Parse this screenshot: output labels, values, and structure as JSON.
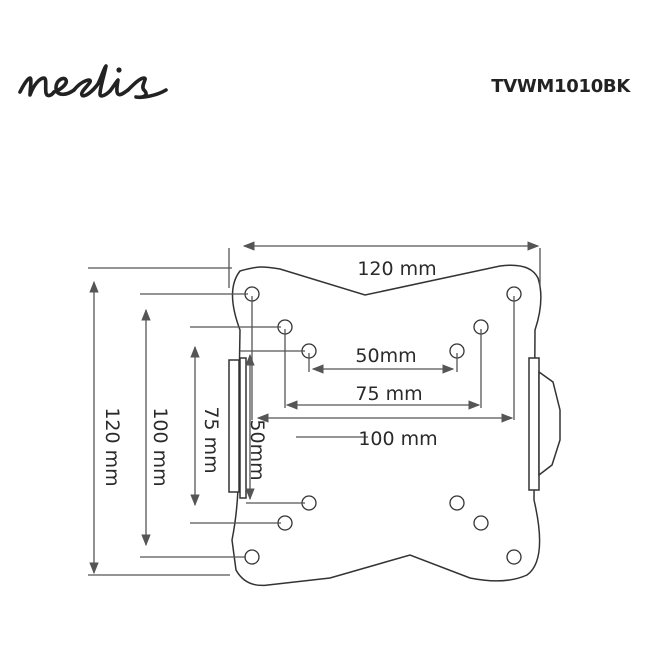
{
  "brand": {
    "logo_text": "nedis",
    "model": "TVWM1010BK"
  },
  "dimensions": {
    "width_120": "120 mm",
    "width_100": "100 mm",
    "width_75": "75 mm",
    "width_50": "50mm",
    "height_120": "120 mm",
    "height_100": "100 mm",
    "height_75": "75 mm",
    "height_50": "50mm"
  },
  "colors": {
    "line": "#555555",
    "text": "#2a2a2a",
    "outline": "#333333"
  }
}
